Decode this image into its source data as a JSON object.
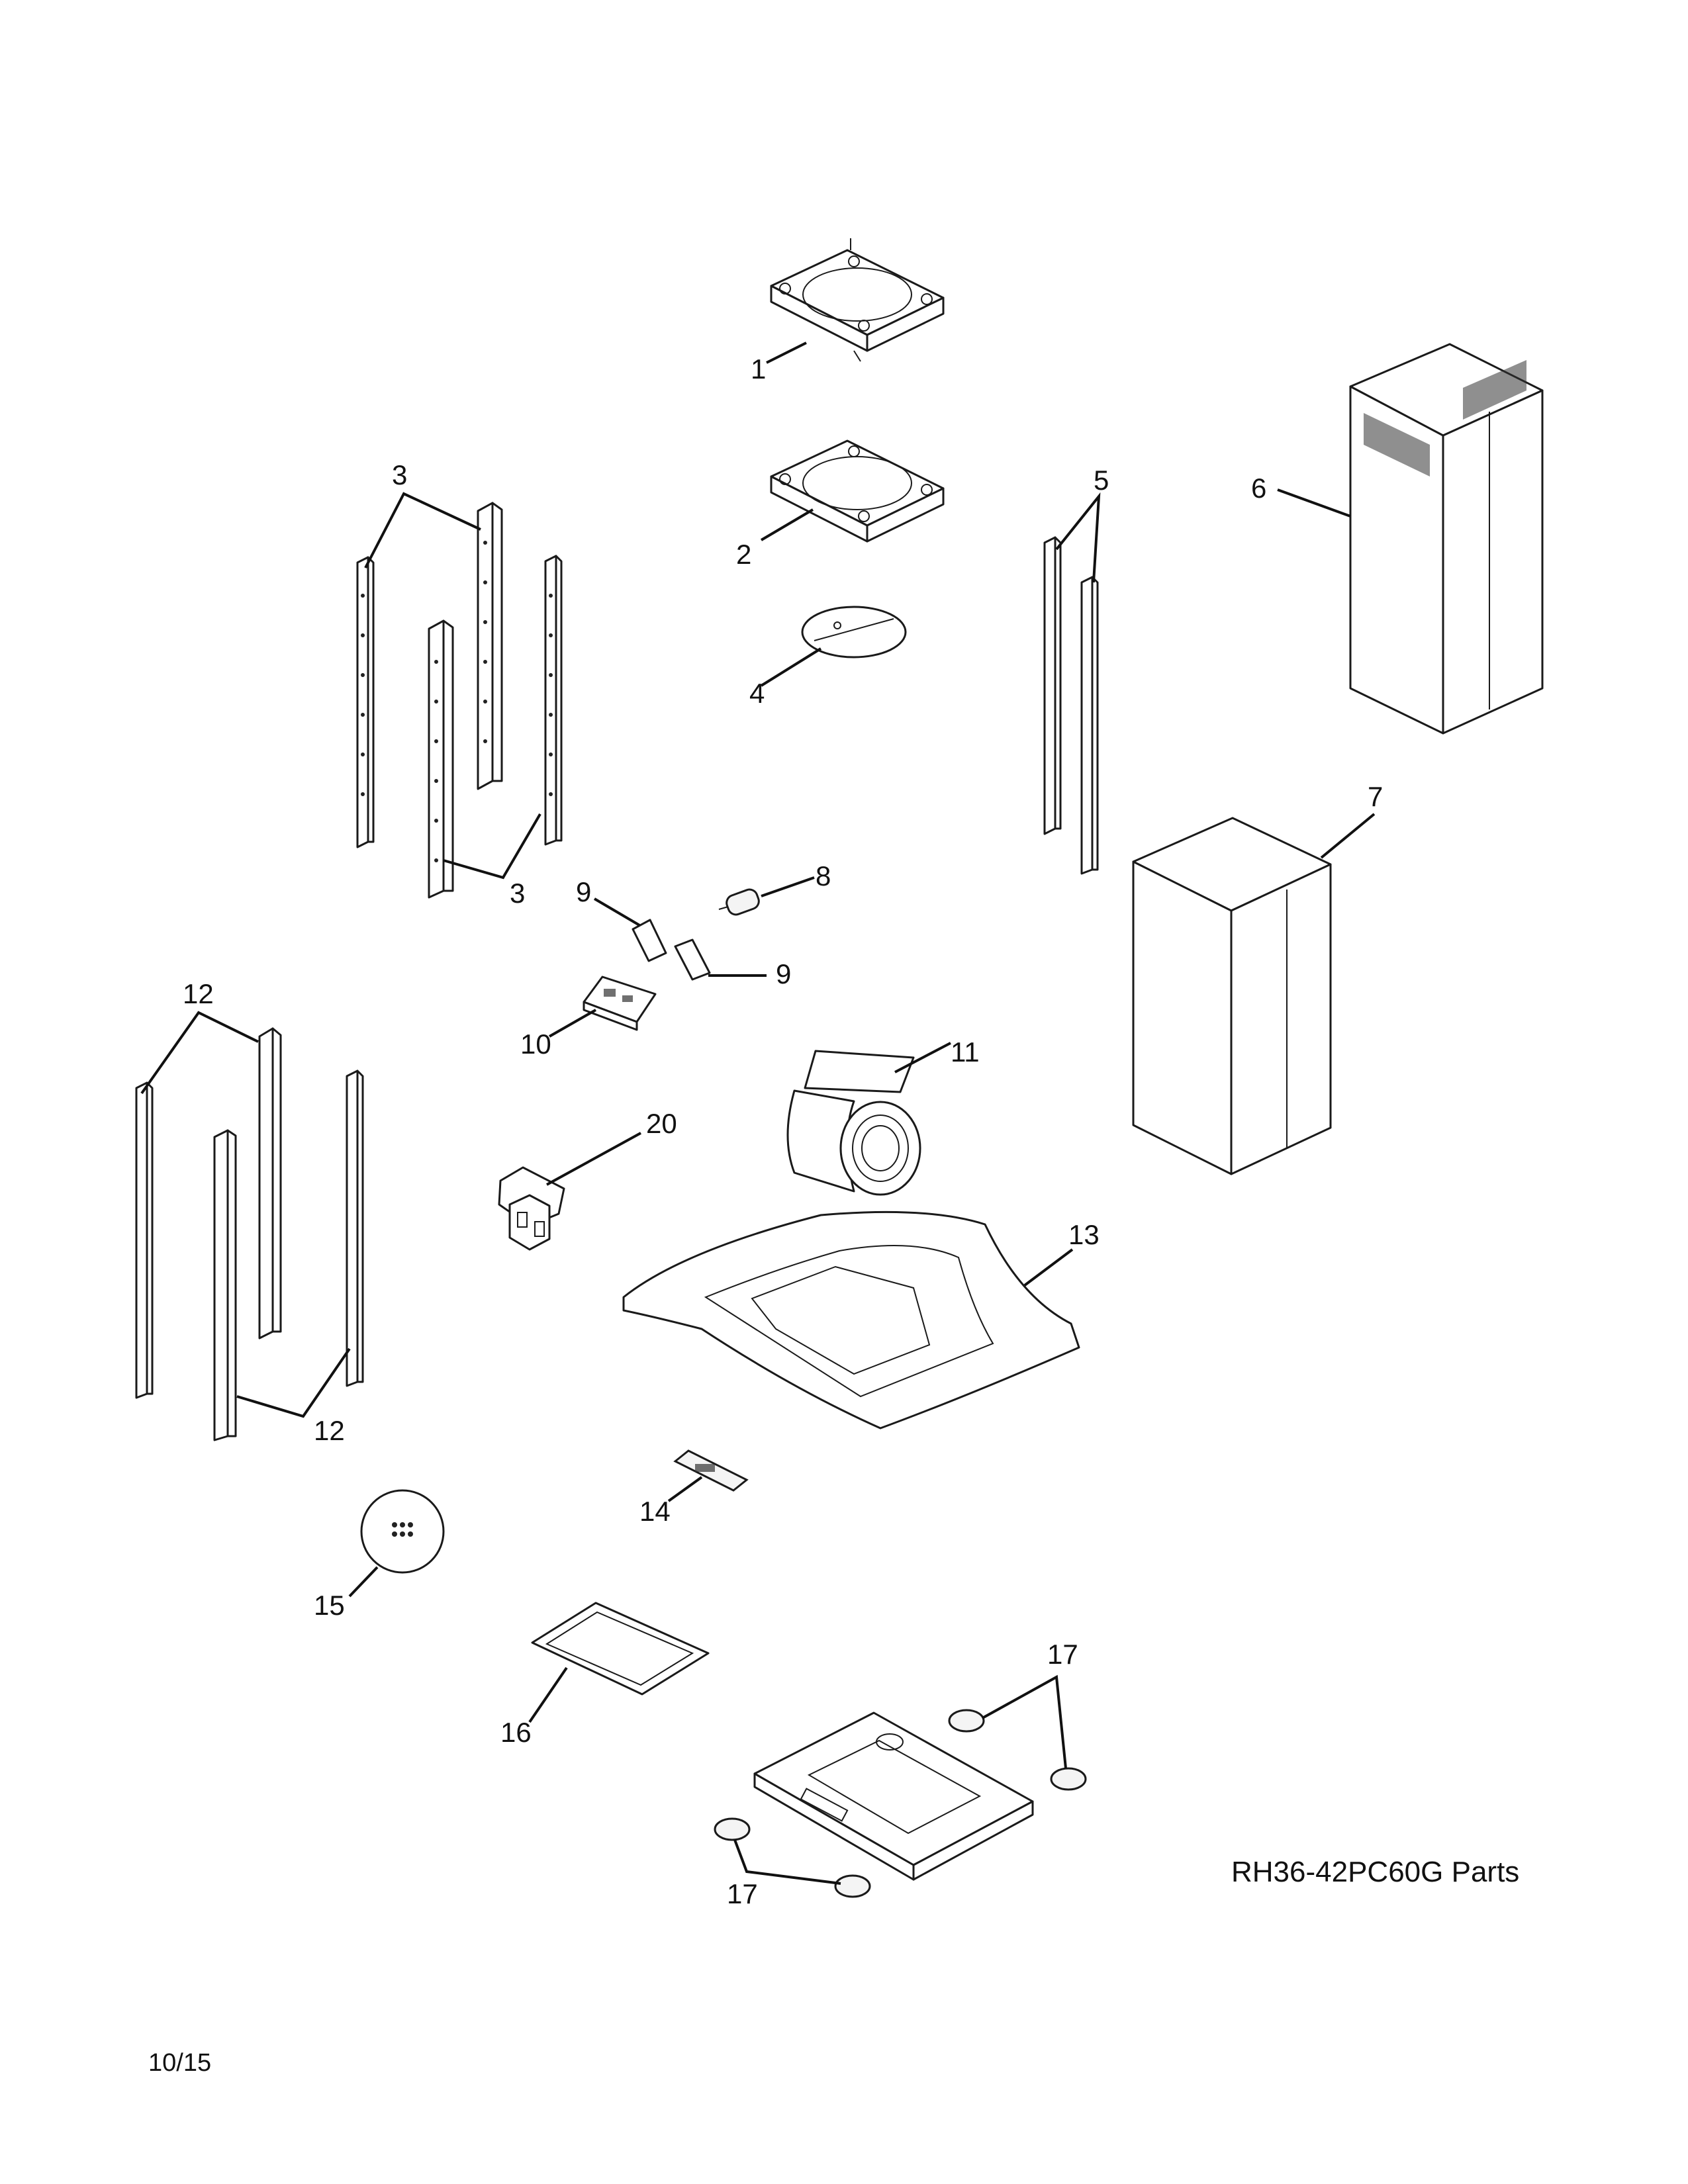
{
  "model_caption": "RH36-42PC60G Parts",
  "revision_date": "10/15",
  "callouts": {
    "c1": "1",
    "c2": "2",
    "c3a": "3",
    "c3b": "3",
    "c4": "4",
    "c5": "5",
    "c6": "6",
    "c7": "7",
    "c8": "8",
    "c9a": "9",
    "c9b": "9",
    "c10": "10",
    "c11": "11",
    "c12a": "12",
    "c12b": "12",
    "c13": "13",
    "c14": "14",
    "c15": "15",
    "c16": "16",
    "c17a": "17",
    "c17b": "17",
    "c20": "20"
  }
}
